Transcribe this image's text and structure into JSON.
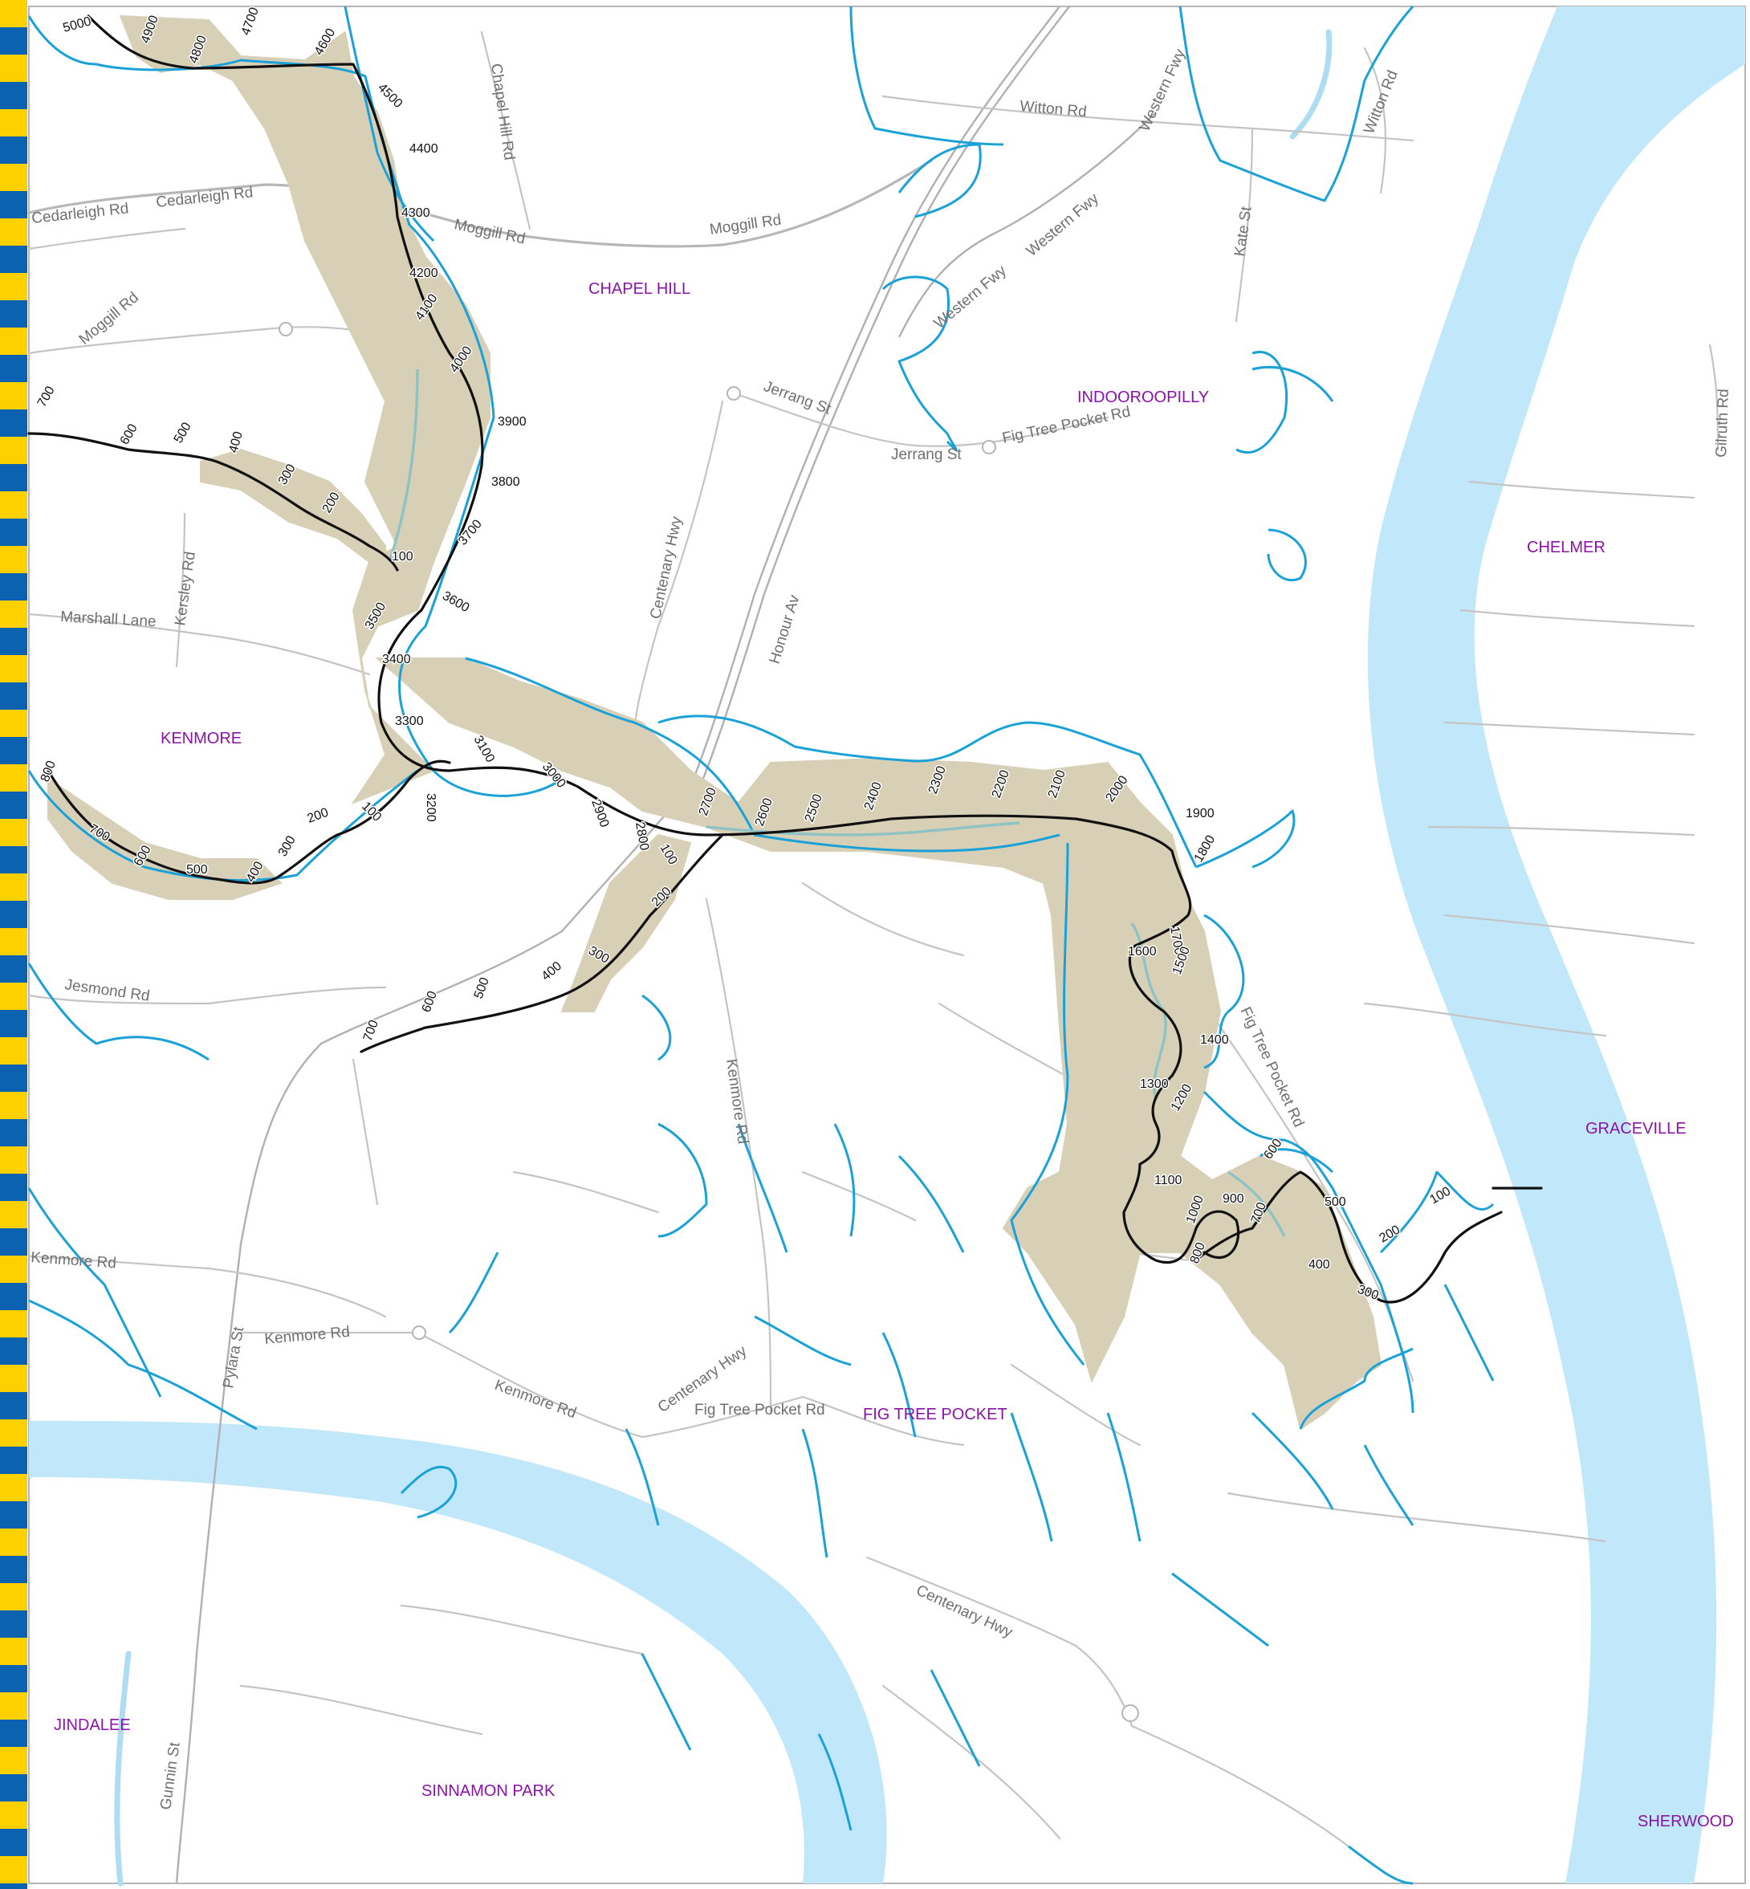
{
  "map": {
    "colors": {
      "river": "#c1e7fb",
      "flood_overlay": "#d8cfb7",
      "boundary": "#1aa1d8",
      "road": "#c4c4c4",
      "suburb_text": "#8a12a8",
      "chainage_line": "#111111",
      "frame_blue": "#0a62b0",
      "frame_yellow": "#fdd100"
    },
    "suburbs": [
      {
        "key": "chapel_hill",
        "name": "CHAPEL HILL"
      },
      {
        "key": "indooroopilly",
        "name": "INDOOROOPILLY"
      },
      {
        "key": "chelmer",
        "name": "CHELMER"
      },
      {
        "key": "kenmore",
        "name": "KENMORE"
      },
      {
        "key": "graceville",
        "name": "GRACEVILLE"
      },
      {
        "key": "fig_tree_pocket",
        "name": "FIG TREE POCKET"
      },
      {
        "key": "jindalee",
        "name": "JINDALEE"
      },
      {
        "key": "sinnamon_park",
        "name": "SINNAMON PARK"
      },
      {
        "key": "sherwood",
        "name": "SHERWOOD"
      }
    ],
    "roads": [
      "Cedarleigh Rd",
      "Cedarleigh Rd",
      "Moggill Rd",
      "Moggill Rd",
      "Moggill Rd",
      "Chapel Hill Rd",
      "Witton Rd",
      "Witton Rd",
      "Western Fwy",
      "Western Fwy",
      "Western Fwy",
      "Kate St",
      "Jerrang St",
      "Jerrang St",
      "Fig Tree Pocket Rd",
      "Centenary Hwy",
      "Honour Av",
      "Gilruth Rd",
      "Marshall Lane",
      "Kersley Rd",
      "Jesmond Rd",
      "Fig Tree Pocket Rd",
      "Kenmore Rd",
      "Kenmore Rd",
      "Kenmore Rd",
      "Kenmore Rd",
      "Centenary Hwy",
      "Pylara St",
      "Fig Tree Pocket Rd",
      "Centenary Hwy",
      "Gunnin St"
    ],
    "chainage_main": [
      "5000",
      "4900",
      "4800",
      "4700",
      "4600",
      "4500",
      "4400",
      "4300",
      "4200",
      "4100",
      "4000",
      "3900",
      "3800",
      "3700",
      "3600",
      "3500",
      "3400",
      "3300",
      "3200",
      "3100",
      "3000",
      "2900",
      "2800",
      "2700",
      "2600",
      "2500",
      "2400",
      "2300",
      "2200",
      "2100",
      "2000",
      "1900",
      "1800",
      "1700",
      "1600",
      "1500",
      "1400",
      "1300",
      "1200",
      "1100",
      "1000",
      "900",
      "800",
      "700",
      "600",
      "500",
      "400",
      "300",
      "200",
      "100"
    ],
    "chainage_north_trib": [
      "700",
      "600",
      "500",
      "400",
      "300",
      "200",
      "100"
    ],
    "chainage_west_trib": [
      "800",
      "700",
      "600",
      "500",
      "400",
      "300",
      "200",
      "100"
    ],
    "chainage_hwy_trib": [
      "100",
      "200",
      "300",
      "400",
      "500",
      "600",
      "700"
    ]
  }
}
